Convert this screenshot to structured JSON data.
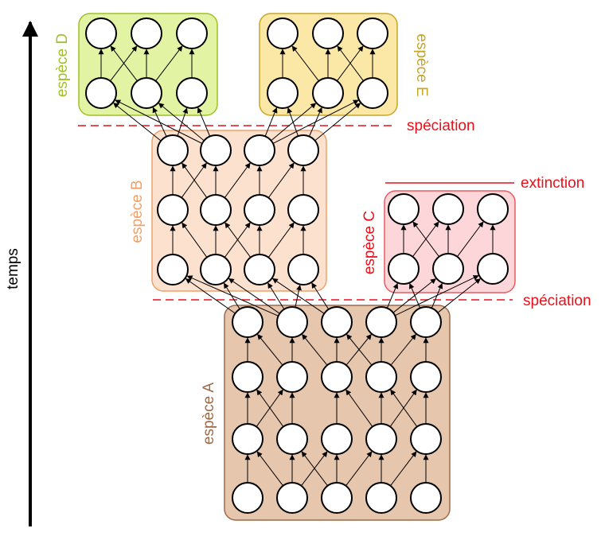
{
  "axis": {
    "label": "temps"
  },
  "events": {
    "speciation_top": "spéciation",
    "speciation_bottom": "spéciation",
    "extinction": "extinction"
  },
  "colors": {
    "event_red": "#e8111b",
    "A": {
      "fill": "#e6c6ad",
      "stroke": "#9c6a4a",
      "label": "#9c6a4a"
    },
    "B": {
      "fill": "#fde1cf",
      "stroke": "#f0a06a",
      "label": "#f0a06a"
    },
    "C": {
      "fill": "#fcd6d8",
      "stroke": "#ea5a63",
      "label": "#e8111b"
    },
    "D": {
      "fill": "#e2f3a3",
      "stroke": "#9ec224",
      "label": "#9ec224"
    },
    "E": {
      "fill": "#fbe7a6",
      "stroke": "#c7a526",
      "label": "#c7a526"
    }
  },
  "species": {
    "A": {
      "label": "espèce A",
      "rows": 4,
      "cols": 5
    },
    "B": {
      "label": "espèce B",
      "rows": 3,
      "cols": 4
    },
    "C": {
      "label": "espèce C",
      "rows": 2,
      "cols": 3
    },
    "D": {
      "label": "espèce D",
      "rows": 2,
      "cols": 3
    },
    "E": {
      "label": "espèce E",
      "rows": 2,
      "cols": 3
    }
  }
}
